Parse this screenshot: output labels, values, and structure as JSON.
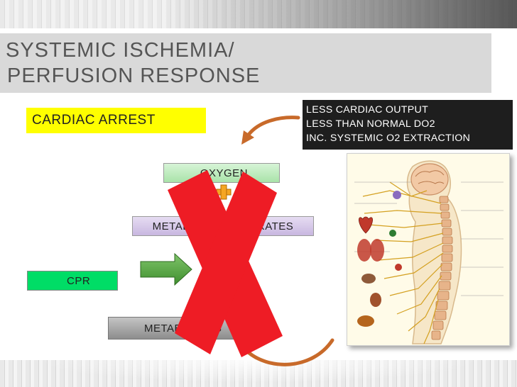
{
  "title": {
    "line1": "SYSTEMIC ISCHEMIA/",
    "line2": " PERFUSION RESPONSE"
  },
  "diagram": {
    "cardiac_arrest": "CARDIAC ARREST",
    "note_lines": [
      "LESS CARDIAC OUTPUT",
      "LESS THAN NORMAL DO2",
      "INC. SYSTEMIC O2 EXTRACTION"
    ],
    "oxygen": "OXYGEN",
    "substrates": "METABOLIC SUBSTRATES",
    "cpr": "CPR",
    "metabolites": "METABOLITES",
    "plus_symbol": "+"
  },
  "colors": {
    "cardiac_box": "#ffff00",
    "note_box": "#1e1e1e",
    "cross": "#ee1c25",
    "curved_arrow": "#c86a2a",
    "cpr_box": "#00dd66",
    "plus": "#f5a623"
  },
  "icons": {
    "cross": "red-x-icon",
    "figure": "nervous-system-illustration"
  }
}
